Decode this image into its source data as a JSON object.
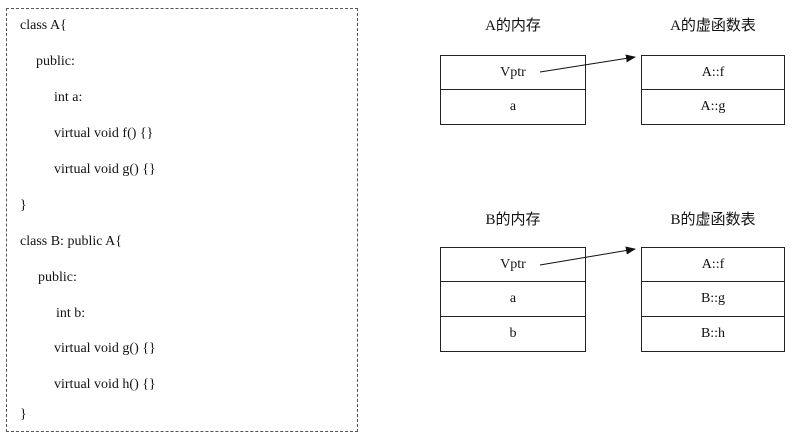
{
  "code": {
    "lines": [
      "class A{",
      "public:",
      "int a:",
      "virtual void f() {}",
      "virtual void g() {}",
      "}",
      "class B: public A{",
      "public:",
      "int b:",
      "virtual void g() {}",
      "virtual void h() {}",
      "}"
    ]
  },
  "diagram_a": {
    "memory_title": "A的内存",
    "vtable_title": "A的虚函数表",
    "memory_cells": [
      "Vptr",
      "a"
    ],
    "vtable_cells": [
      "A::f",
      "A::g"
    ]
  },
  "diagram_b": {
    "memory_title": "B的内存",
    "vtable_title": "B的虚函数表",
    "memory_cells": [
      "Vptr",
      "a",
      "b"
    ],
    "vtable_cells": [
      "A::f",
      "B::g",
      "B::h"
    ]
  }
}
